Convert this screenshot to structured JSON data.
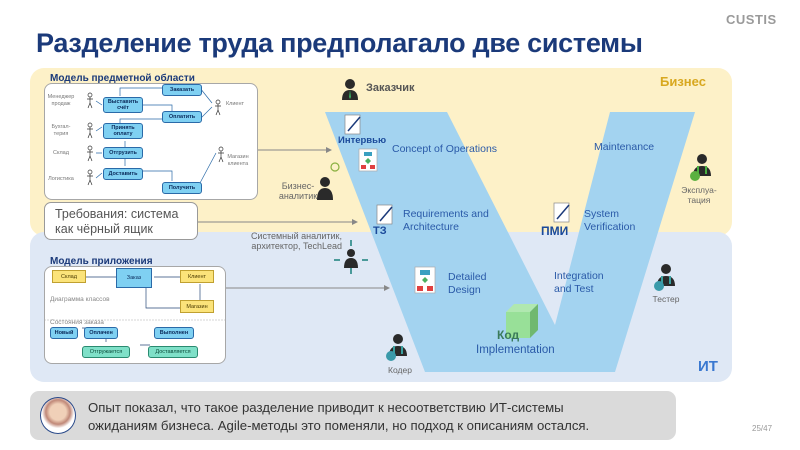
{
  "brand": "CUSTIS",
  "title": "Разделение труда предполагало две системы",
  "zones": {
    "business": "Бизнес",
    "it": "ИТ"
  },
  "domain_model": {
    "title": "Модель предметной области",
    "actors": [
      "Менеджер продаж",
      "Бухгал-терия",
      "Склад",
      "Логистика",
      "Клиент",
      "Магазин клиента"
    ],
    "use_cases": [
      "Заказать",
      "Выставить счёт",
      "Оплатить",
      "Принять оплату",
      "Отгрузить",
      "Доставить",
      "Получить"
    ]
  },
  "requirements_box": {
    "line1": "Требования: система",
    "line2": "как чёрный ящик"
  },
  "app_model": {
    "title": "Модель приложения",
    "classes": [
      "Склад",
      "Заказ",
      "Клиент",
      "Магазин"
    ],
    "class_diagram_label": "Диаграмма классов",
    "states_label": "Состояния заказа",
    "states": [
      "Новый",
      "Оплачен",
      "Выполнен",
      "Отгружается",
      "Доставляется"
    ]
  },
  "roles": {
    "customer": "Заказчик",
    "business_analyst": "Бизнес-аналитик",
    "system_analyst": "Системный аналитик, архитектор, TechLead",
    "operations": "Эксплуа-тация",
    "tester": "Тестер",
    "coder": "Кодер"
  },
  "v_model": {
    "concept": "Concept of Operations",
    "requirements": "Requirements and Architecture",
    "detailed_design": "Detailed Design",
    "implementation": "Implementation",
    "integration": "Integration and Test",
    "verification": "System Verification",
    "maintenance": "Maintenance",
    "docs": {
      "interview": "Интервью",
      "tz": "ТЗ",
      "pmi": "ПМИ",
      "code": "Код"
    }
  },
  "quote": {
    "line1": "Опыт показал, что такое разделение приводит к несоответствию ИТ-системы",
    "line2": "ожиданиям бизнеса. Agile-методы это поменяли, но подход к описаниям остался."
  },
  "page": "25/47"
}
